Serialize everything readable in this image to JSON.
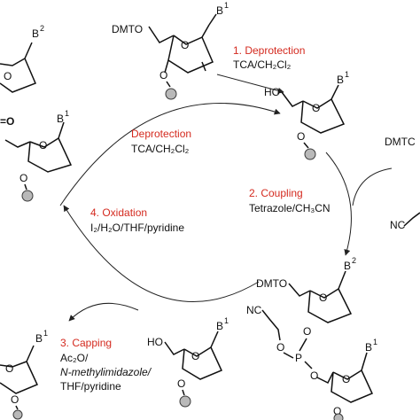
{
  "steps": {
    "deprotection_label": "1. Deprotection",
    "deprotection_reagent": "TCA/CH₂Cl₂",
    "deprotection_cycle_label": "Deprotection",
    "deprotection_cycle_reagent": "TCA/CH₂Cl₂",
    "coupling_label": "2. Coupling",
    "coupling_reagent": "Tetrazole/CH₃CN",
    "oxidation_label": "4. Oxidation",
    "oxidation_reagent": "I₂/H₂O/THF/pyridine",
    "capping_label": "3. Capping",
    "capping_reagent_1": "Ac₂O/",
    "capping_reagent_2": "N-methylimidazole/",
    "capping_reagent_3": "THF/pyridine"
  },
  "atoms": {
    "dmto": "DMTO",
    "ho": "HO",
    "o": "O",
    "p": "P",
    "nc": "NC",
    "b1": "B",
    "b1_sup": "1",
    "b2": "B",
    "b2_sup": "2",
    "eq_o": "=O",
    "dmtc_partial": "DMTC"
  },
  "colors": {
    "step_label": "#d42a1f",
    "text": "#111111",
    "bead_fill": "#b9b9b9"
  }
}
